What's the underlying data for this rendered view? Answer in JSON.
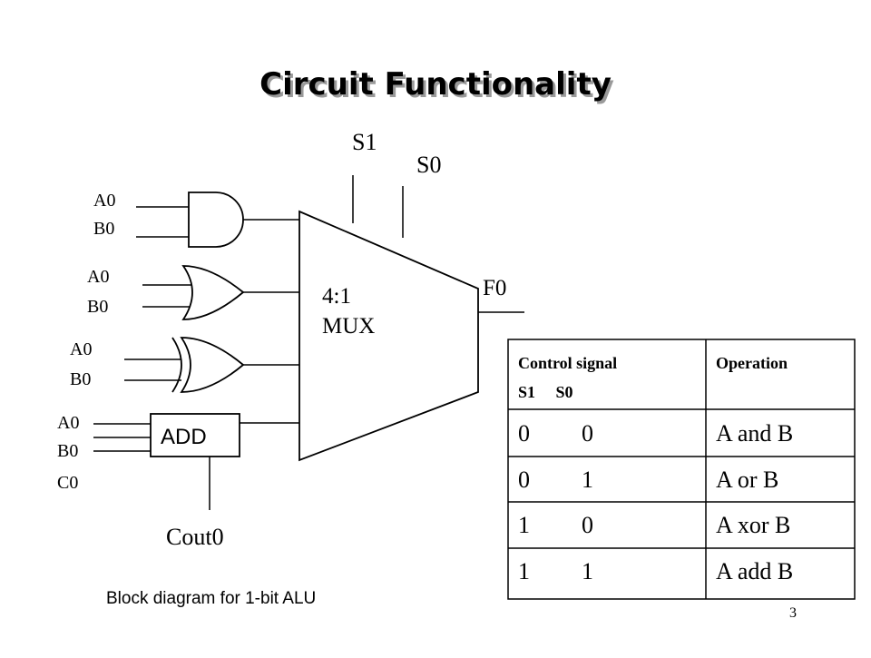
{
  "title": "Circuit Functionality",
  "selects": {
    "s1": "S1",
    "s0": "S0"
  },
  "mux": {
    "line1": "4:1",
    "line2": "MUX",
    "output": "F0"
  },
  "gates": {
    "and": {
      "a": "A0",
      "b": "B0"
    },
    "or": {
      "a": "A0",
      "b": "B0"
    },
    "xor": {
      "a": "A0",
      "b": "B0"
    },
    "add": {
      "label": "ADD",
      "a": "A0",
      "b": "B0",
      "c": "C0",
      "carry_out": "Cout0"
    }
  },
  "table": {
    "header": {
      "control_line1": "Control signal",
      "control_line2": "S1     S0",
      "operation": "Operation"
    },
    "rows": [
      {
        "s1": "0",
        "s0": "0",
        "op": "A and B"
      },
      {
        "s1": "0",
        "s0": "1",
        "op": "A or B"
      },
      {
        "s1": "1",
        "s0": "0",
        "op": "A xor B"
      },
      {
        "s1": "1",
        "s0": "1",
        "op": "A add B"
      }
    ]
  },
  "caption": "Block diagram for 1-bit ALU",
  "page_number": "3"
}
